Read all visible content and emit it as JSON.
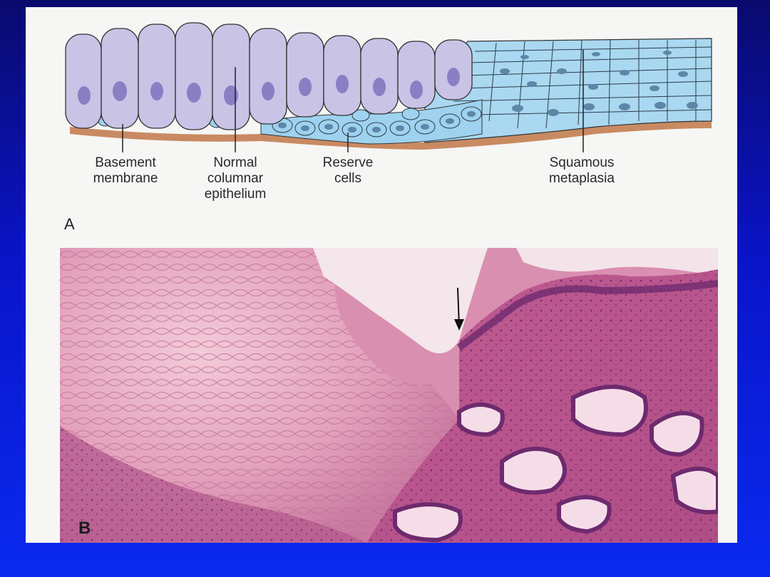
{
  "panel_a": {
    "letter": "A",
    "labels": {
      "basement": "Basement\nmembrane",
      "columnar": "Normal\ncolumnar\nepithelium",
      "reserve": "Reserve\ncells",
      "squamous": "Squamous\nmetaplasia"
    }
  },
  "panel_b": {
    "letter": "B"
  },
  "colors": {
    "background_top": "#0a0a6e",
    "background_bottom": "#0a2af0",
    "columnar_cell": "#c9c3e6",
    "nucleus": "#8a7fc4",
    "reserve_cell": "#9ed2ee",
    "membrane": "#c98a62",
    "histology_pink": "#d88aa8",
    "histology_purple": "#8a3f8c"
  }
}
